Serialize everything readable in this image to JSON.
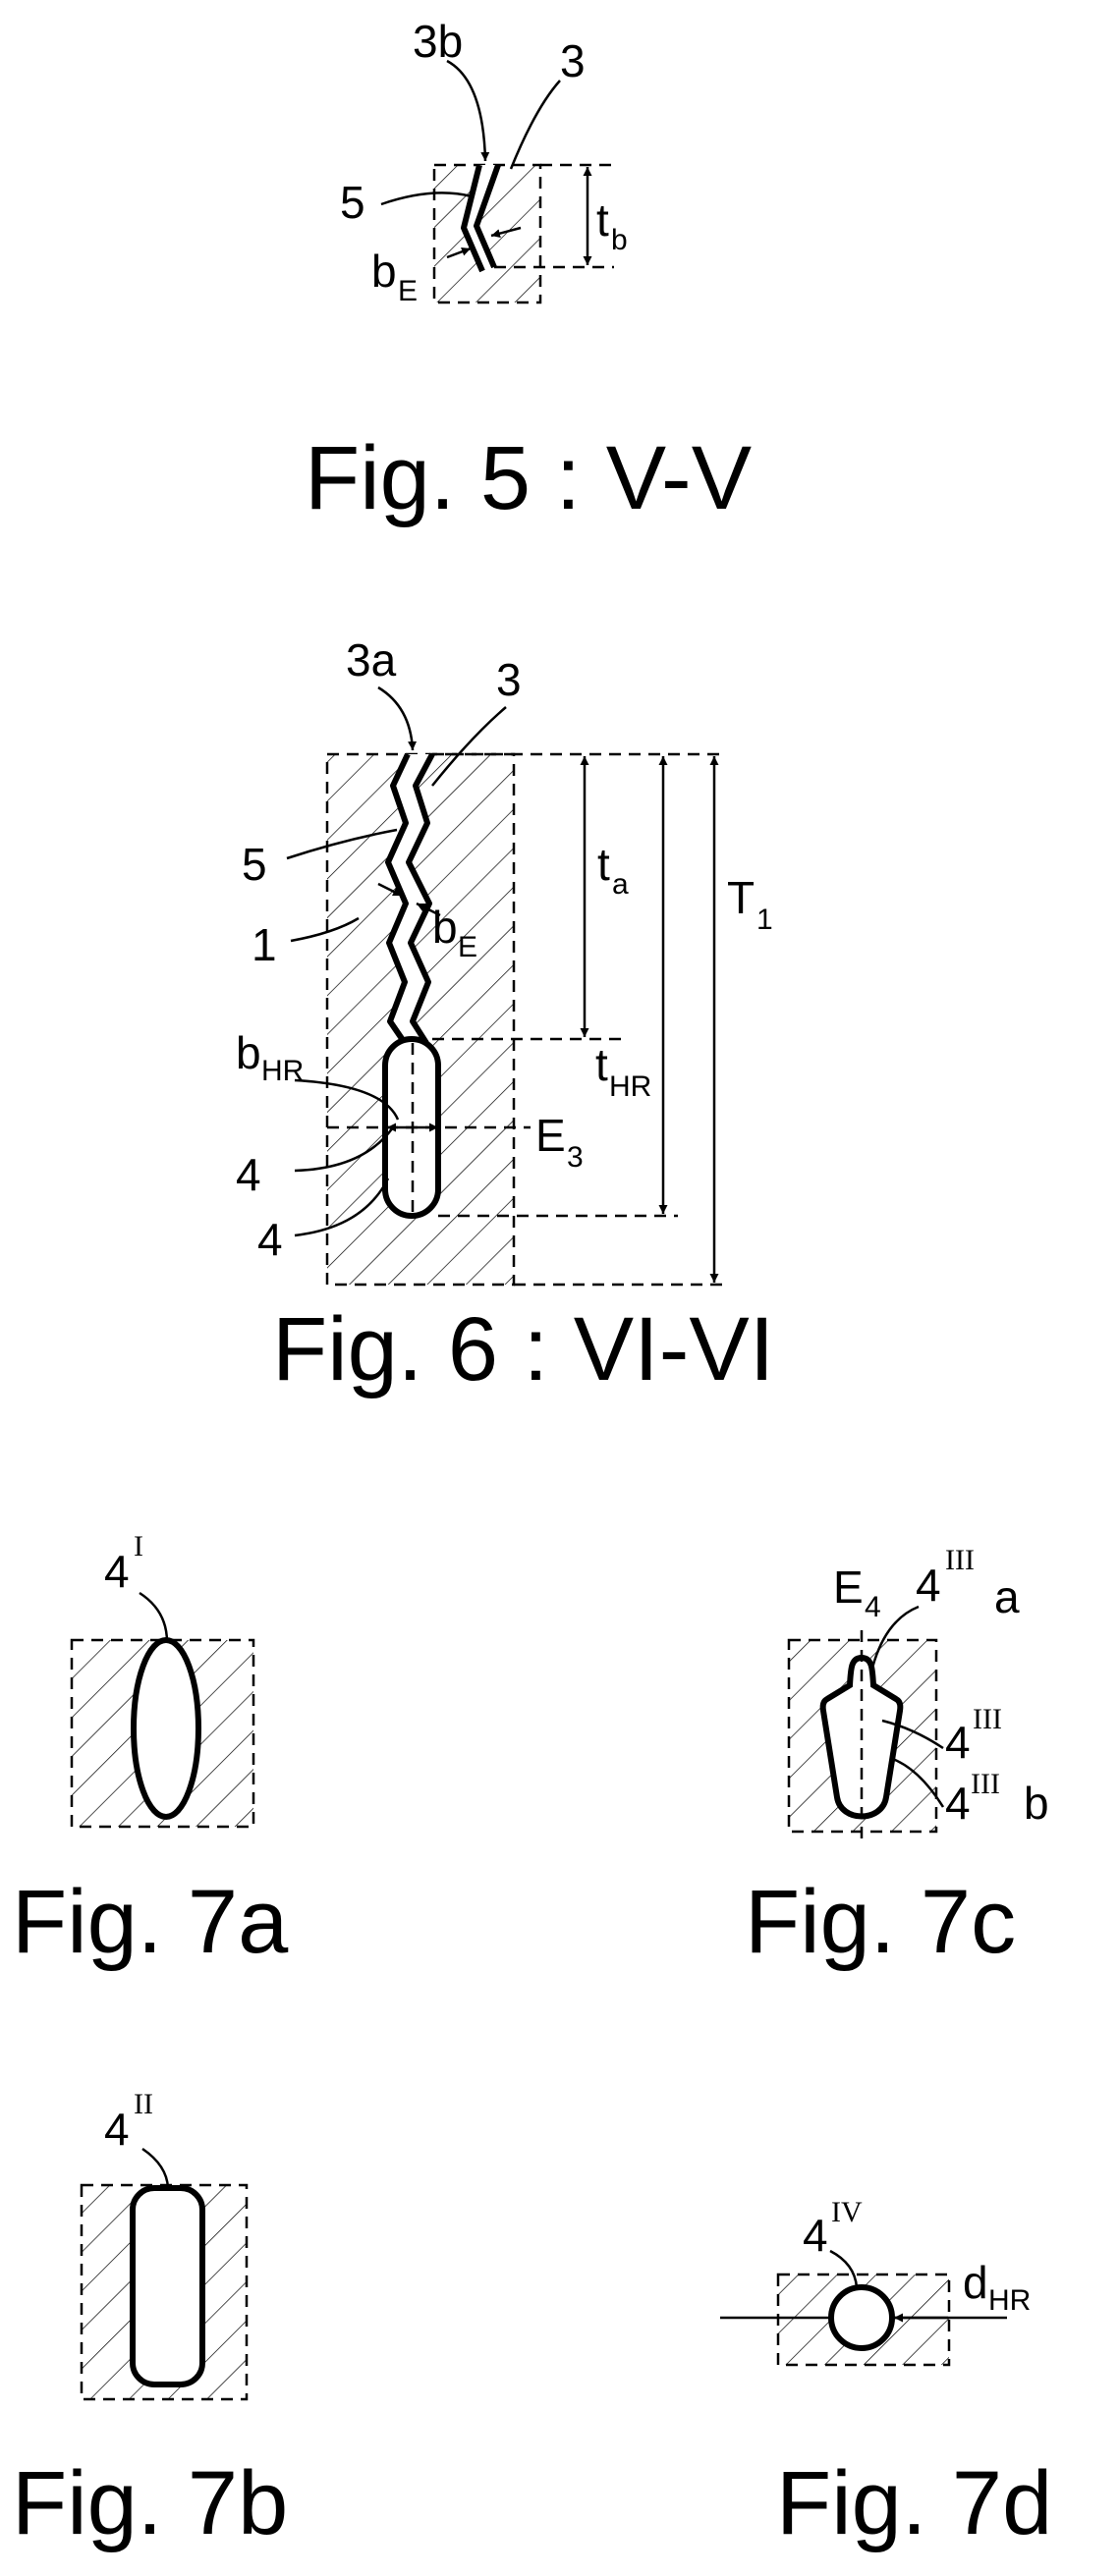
{
  "fig5": {
    "caption": "Fig. 5 : V-V",
    "labels": {
      "ref_3b": "3b",
      "ref_3": "3",
      "ref_5": "5",
      "b": "b",
      "E": "E",
      "t": "t",
      "b_sub": "b"
    }
  },
  "fig6": {
    "caption": "Fig. 6 : VI-VI",
    "labels": {
      "ref_3a": "3a",
      "ref_3": "3",
      "ref_5": "5",
      "ref_1": "1",
      "b": "b",
      "E": "E",
      "t": "t",
      "a": "a",
      "T": "T",
      "one": "1",
      "HR": "HR",
      "E3_E": "E",
      "E3_3": "3",
      "ref_4_upper": "4",
      "ref_4_lower": "4"
    }
  },
  "fig7a": {
    "caption": "Fig. 7a",
    "labels": {
      "ref_4": "4",
      "sup": "I"
    }
  },
  "fig7b": {
    "caption": "Fig. 7b",
    "labels": {
      "ref_4": "4",
      "sup": "II"
    }
  },
  "fig7c": {
    "caption": "Fig. 7c",
    "labels": {
      "E": "E",
      "E_sub": "4",
      "ref_4": "4",
      "sup": "III",
      "a": "a",
      "b": "b"
    }
  },
  "fig7d": {
    "caption": "Fig. 7d",
    "labels": {
      "ref_4": "4",
      "sup": "IV",
      "d": "d",
      "d_sub": "HR"
    }
  }
}
